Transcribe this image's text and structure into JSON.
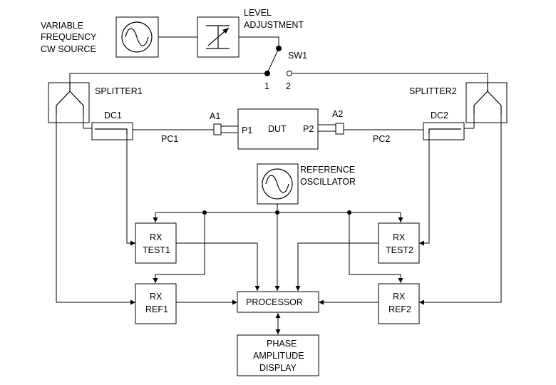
{
  "source_label": [
    "VARIABLE",
    "FREQUENCY",
    "CW SOURCE"
  ],
  "level_label": [
    "LEVEL",
    "ADJUSTMENT"
  ],
  "switch": {
    "name": "SW1",
    "pos1": "1",
    "pos2": "2"
  },
  "splitter1": "SPLITTER1",
  "splitter2": "SPLITTER2",
  "dc1": "DC1",
  "dc2": "DC2",
  "pc1": "PC1",
  "pc2": "PC2",
  "a1": "A1",
  "a2": "A2",
  "dut": {
    "label": "DUT",
    "p1": "P1",
    "p2": "P2"
  },
  "ref_osc": [
    "REFERENCE",
    "OSCILLATOR"
  ],
  "rx_test1": [
    "RX",
    "TEST1"
  ],
  "rx_test2": [
    "RX",
    "TEST2"
  ],
  "rx_ref1": [
    "RX",
    "REF1"
  ],
  "rx_ref2": [
    "RX",
    "REF2"
  ],
  "processor": "PROCESSOR",
  "display": [
    "PHASE",
    "AMPLITUDE",
    "DISPLAY"
  ]
}
